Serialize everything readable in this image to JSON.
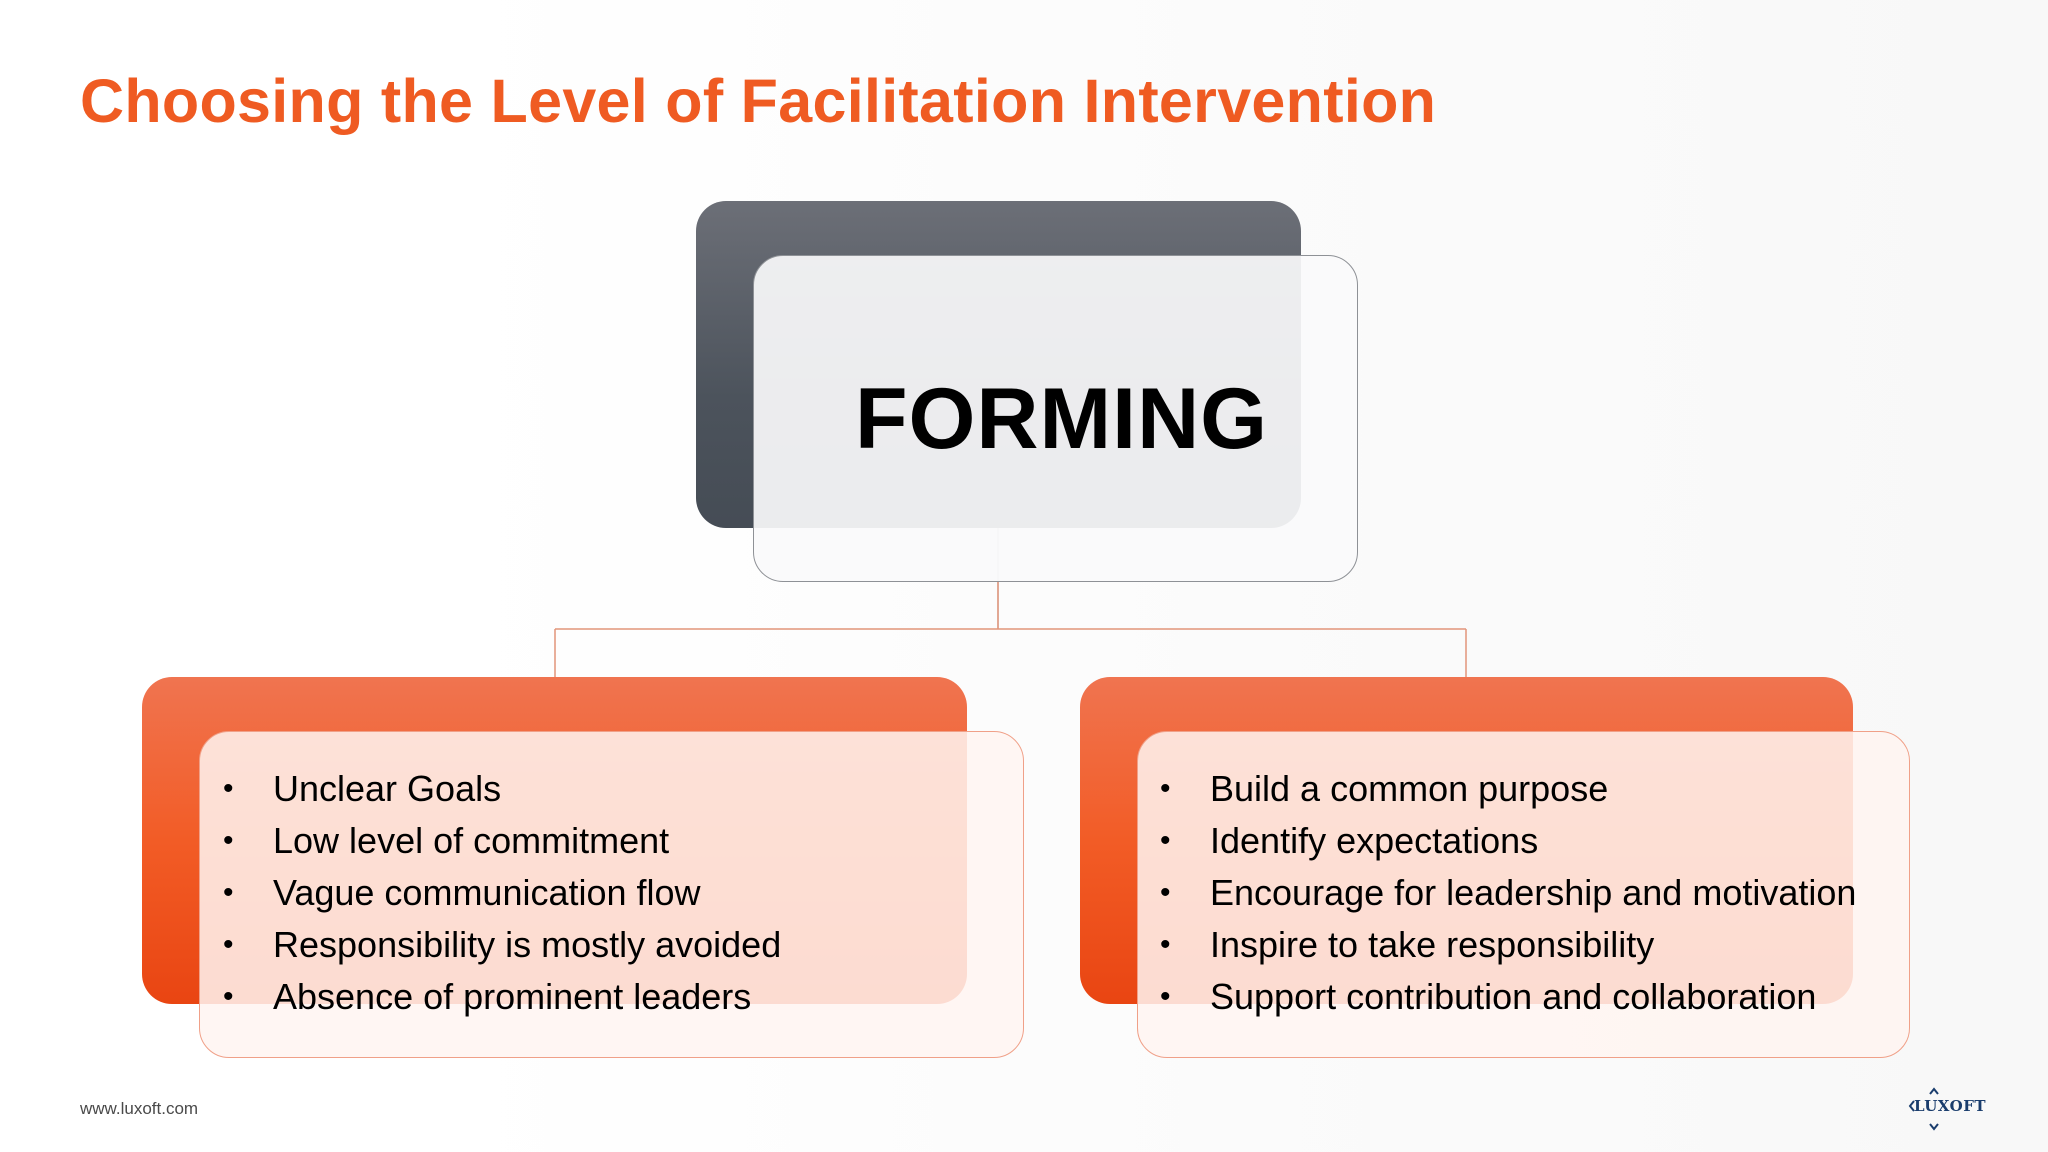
{
  "slide": {
    "title": "Choosing the Level of Facilitation Intervention",
    "accent_color": "#ef5b22",
    "dark_box_color": "#4c535c"
  },
  "diagram": {
    "root": {
      "label": "FORMING"
    },
    "children": [
      {
        "items": [
          "Unclear Goals",
          "Low level of commitment",
          "Vague communication flow",
          "Responsibility is mostly avoided",
          "Absence of prominent leaders"
        ]
      },
      {
        "items": [
          "Build a common purpose",
          "Identify expectations",
          "Encourage for leadership and motivation",
          "Inspire to take responsibility",
          "Support contribution and collaboration"
        ]
      }
    ]
  },
  "footer": {
    "url": "www.luxoft.com",
    "logo_text": "LUXOFT"
  }
}
